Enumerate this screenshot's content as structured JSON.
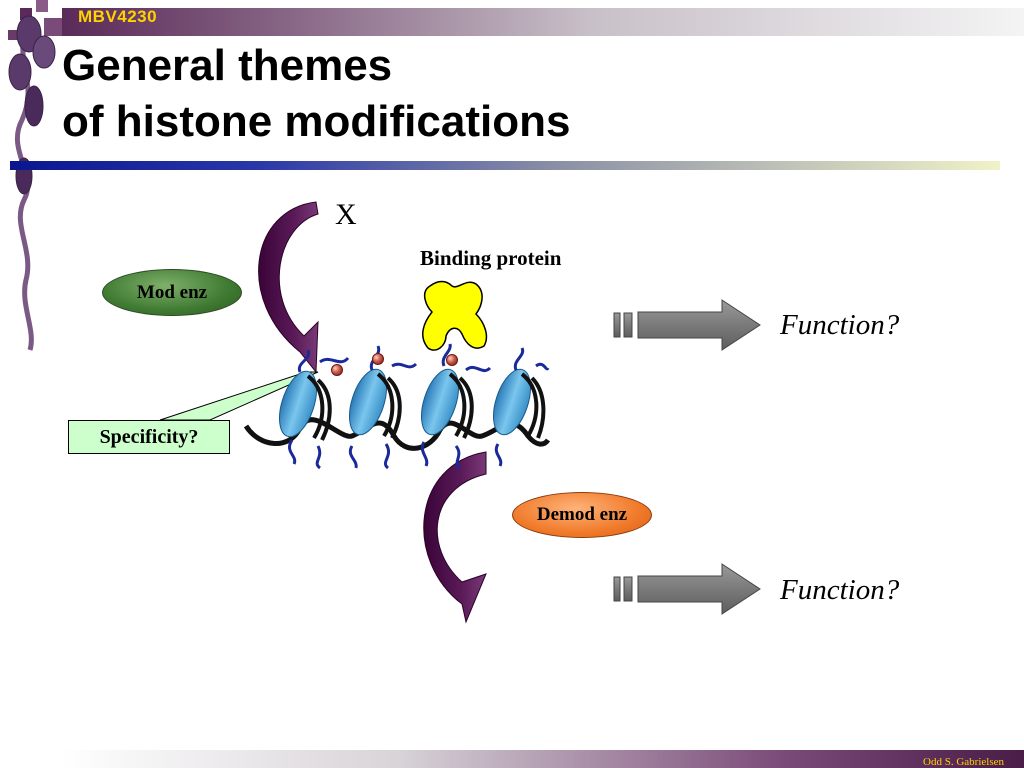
{
  "header": {
    "course_code": "MBV4230"
  },
  "title": {
    "line1": "General themes",
    "line2": "of histone modifications"
  },
  "diagram": {
    "x_mark": "X",
    "binding_protein_label": "Binding protein",
    "mod_enzyme_label": "Mod enz",
    "demod_enzyme_label": "Demod enz",
    "specificity_label": "Specificity?",
    "function_label_1": "Function?",
    "function_label_2": "Function?"
  },
  "colors": {
    "header_purple": "#5a2a58",
    "course_code_yellow": "#ffd200",
    "title_rule_blue": "#0a168f",
    "arrow_purple": "#4a0a48",
    "mod_enzyme_green": "#3f7a32",
    "demod_enzyme_orange": "#f07a2a",
    "binding_protein_yellow": "#ffff00",
    "nucleosome_blue": "#4aa8d8",
    "specificity_box_green": "#ccffcc",
    "function_arrow_gray": "#7f7f7f"
  },
  "footer": {
    "author": "Odd S. Gabrielsen"
  }
}
